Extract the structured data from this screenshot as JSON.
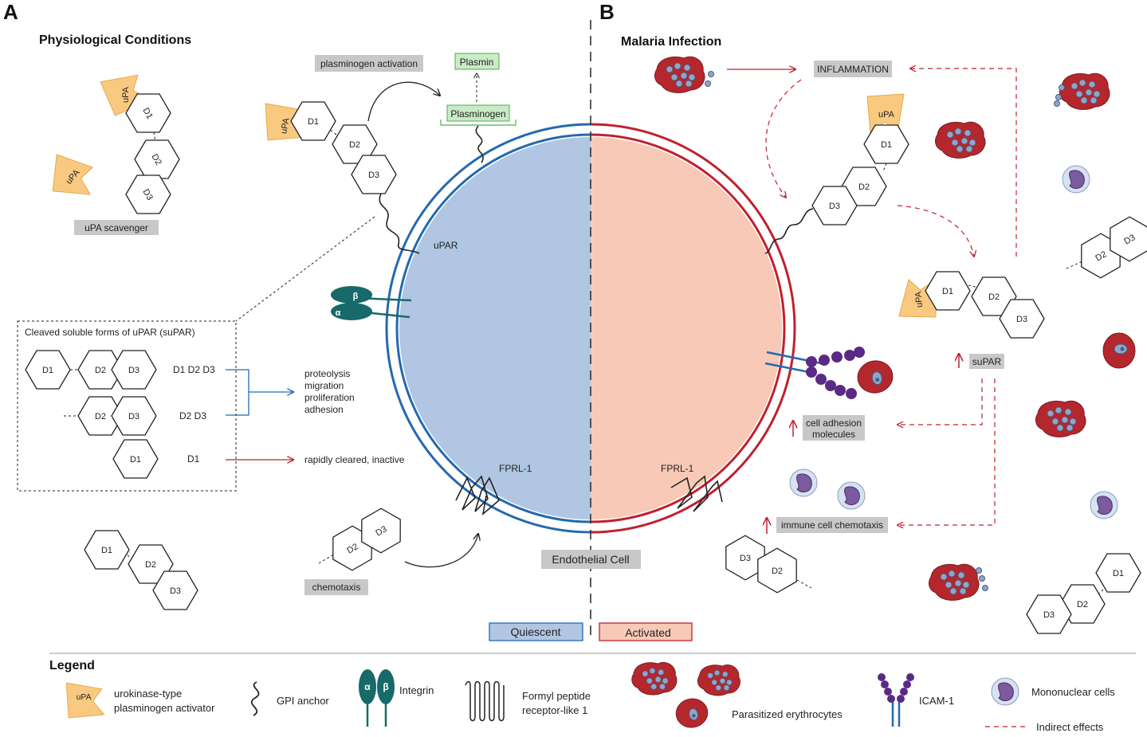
{
  "panels": {
    "a": "A",
    "b": "B"
  },
  "headings": {
    "physiological": "Physiological Conditions",
    "malaria": "Malaria Infection"
  },
  "labels": {
    "upa": "uPA",
    "upa_scavenger": "uPA scavenger",
    "plasminogen_activation": "plasminogen activation",
    "plasmin": "Plasmin",
    "plasminogen": "Plasminogen",
    "upar": "uPAR",
    "alpha": "α",
    "beta": "β",
    "fprl1": "FPRL-1",
    "chemotaxis": "chemotaxis",
    "endothelial_cell": "Endothelial Cell",
    "quiescent": "Quiescent",
    "activated": "Activated",
    "inflammation": "INFLAMMATION",
    "supar": "suPAR",
    "cell_adhesion": "cell adhesion",
    "molecules": "molecules",
    "immune_chemotaxis": "immune cell chemotaxis",
    "d1": "D1",
    "d2": "D2",
    "d3": "D3"
  },
  "cleaved_box": {
    "title": "Cleaved soluble forms of uPAR (suPAR)",
    "form1": "D1 D2 D3",
    "form2": "D2 D3",
    "form3": "D1",
    "effects": [
      "proteolysis",
      "migration",
      "proliferation",
      "adhesion"
    ],
    "cleared": "rapidly cleared, inactive"
  },
  "legend": {
    "title": "Legend",
    "upa_1": "urokinase-type",
    "upa_2": "plasminogen activator",
    "gpi": "GPI anchor",
    "integrin": "Integrin",
    "formyl_1": "Formyl peptide",
    "formyl_2": "receptor-like 1",
    "parasitized": "Parasitized erythrocytes",
    "icam": "ICAM-1",
    "mononuclear": "Mononuclear cells",
    "indirect": "Indirect effects"
  },
  "colors": {
    "quiescent_fill": "#b0c6e2",
    "activated_fill": "#f8c9b6",
    "blue_membrane": "#2369b0",
    "red_membrane": "#c0202f",
    "upa": "#f9c980",
    "plasmin_green": "#c9ebc6",
    "integrin": "#176a69",
    "icam": "#5a2a86",
    "erythrocyte": "#b3272d",
    "mononuclear": "#7b5a9f"
  }
}
